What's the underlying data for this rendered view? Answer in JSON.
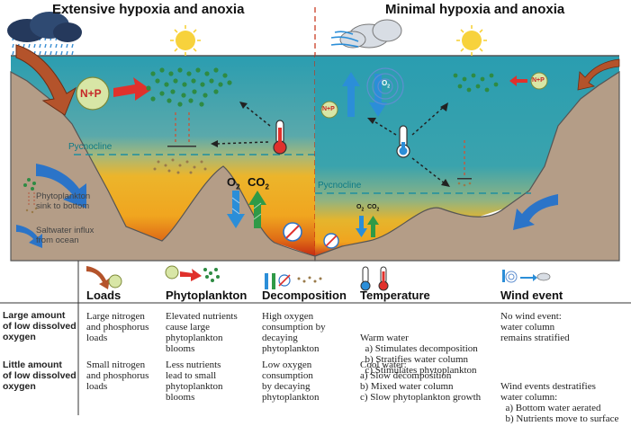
{
  "titles": {
    "left": "Extensive hypoxia and anoxia",
    "right": "Minimal hypoxia and anoxia"
  },
  "diagram_labels": {
    "nutrients_big": "N+P",
    "nutrients_small_left": "N+P",
    "nutrients_small_right": "N+P",
    "pycnocline_left": "Pycnocline",
    "pycnocline_right": "Pycnocline",
    "o2": "O",
    "co2": "CO",
    "o2_small": "O",
    "co2_small": "CO",
    "swirl_o2": "O",
    "subscript_2": "2"
  },
  "legend_left": {
    "phytoplankton_sink": [
      "Phytoplankton",
      "sink to bottom"
    ],
    "saltwater_influx": [
      "Saltwater influx",
      "from ocean"
    ]
  },
  "table": {
    "headers": [
      "Loads",
      "Phytoplankton",
      "Decomposition",
      "Temperature",
      "Wind event"
    ],
    "rows": [
      {
        "label": [
          "Large amount",
          "of low dissolved",
          "oxygen"
        ],
        "cells": [
          [
            "Large nitrogen",
            "and phosphorus",
            "loads"
          ],
          [
            "Elevated nutrients",
            "cause large",
            "phytoplankton",
            "blooms"
          ],
          [
            "High oxygen",
            "consumption by",
            "decaying",
            "phytoplankton"
          ],
          [
            "Warm water",
            "  a) Stimulates decomposition",
            "  b) Stratifies water column",
            "  c) Stimulates phytoplankton"
          ],
          [
            "No wind event:",
            "water column",
            "remains stratified"
          ]
        ]
      },
      {
        "label": [
          "Little amount",
          "of low dissolved",
          "oxygen"
        ],
        "cells": [
          [
            "Small nitrogen",
            "and phosphorus",
            "loads"
          ],
          [
            "Less nutrients",
            "lead to small",
            "phytoplankton",
            "blooms"
          ],
          [
            "Low oxygen",
            "consumption",
            "by decaying",
            "phytoplankton"
          ],
          [
            "Cool water:",
            "a) Slow decomposition",
            "b) Mixed water column",
            "c) Slow phytoplankton growth"
          ],
          [
            "Wind events destratifies",
            "water column:",
            "  a) Bottom water aerated",
            "  b) Nutrients move to surface"
          ]
        ]
      }
    ]
  },
  "colors": {
    "water_top": "#2b9fae",
    "water_mid": "#6db0a6",
    "hypoxic": "#f1b31a",
    "anoxic": "#c62d12",
    "sediment": "#b49d87",
    "arrow_blue": "#2b74c8",
    "arrow_red": "#e0312c",
    "plankton": "#2e8b43",
    "pycnocline": "#1f9bab"
  }
}
